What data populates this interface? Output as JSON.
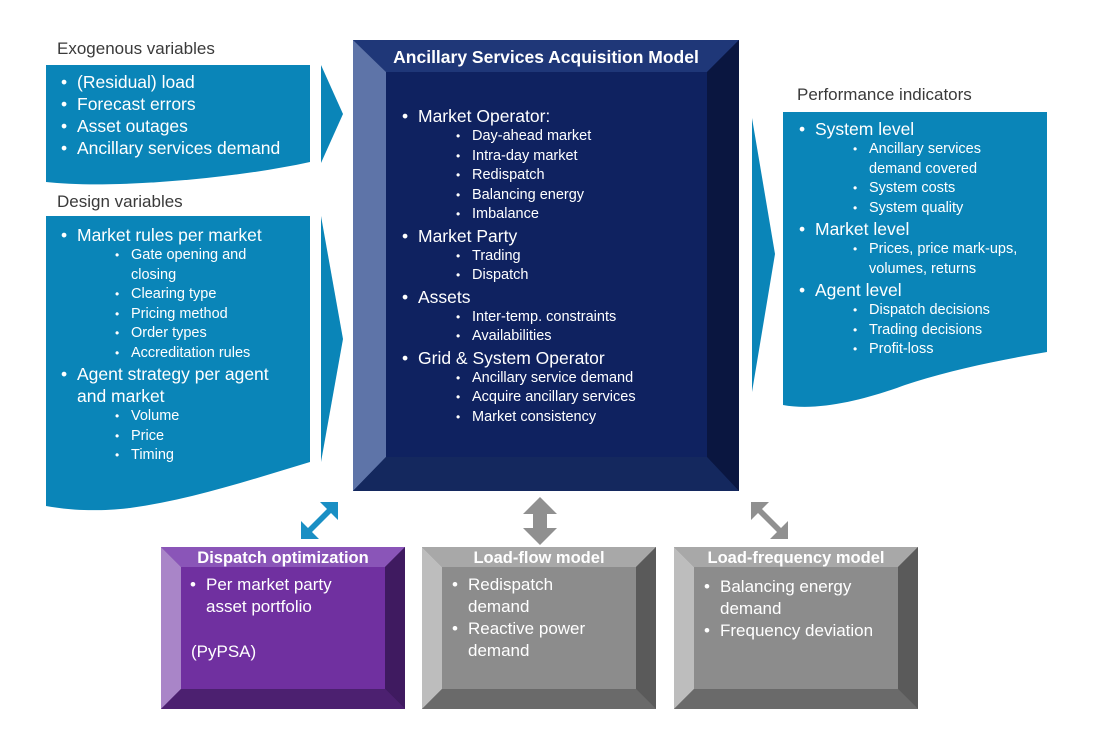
{
  "exogenous": {
    "heading": "Exogenous variables",
    "items": [
      "(Residual) load",
      "Forecast errors",
      "Asset outages",
      "Ancillary services demand"
    ]
  },
  "design": {
    "heading": "Design variables",
    "market_rules": "Market rules per market",
    "market_rules_sub": [
      "Gate opening and closing",
      "Clearing type",
      "Pricing method",
      "Order types",
      "Accreditation rules"
    ],
    "agent_strategy": "Agent strategy per agent and market",
    "agent_strategy_sub": [
      "Volume",
      "Price",
      "Timing"
    ]
  },
  "center": {
    "title": "Ancillary Services Acquisition Model",
    "groups": [
      {
        "label": "Market Operator:",
        "items": [
          "Day-ahead market",
          "Intra-day market",
          "Redispatch",
          "Balancing energy",
          "Imbalance"
        ]
      },
      {
        "label": "Market Party",
        "items": [
          "Trading",
          "Dispatch"
        ]
      },
      {
        "label": "Assets",
        "items": [
          "Inter-temp. constraints",
          "Availabilities"
        ]
      },
      {
        "label": "Grid & System Operator",
        "items": [
          "Ancillary service demand",
          "Acquire ancillary services",
          "Market consistency"
        ]
      }
    ]
  },
  "performance": {
    "heading": "Performance indicators",
    "groups": [
      {
        "label": "System level",
        "items": [
          "Ancillary services demand covered",
          "System costs",
          "System quality"
        ]
      },
      {
        "label": "Market level",
        "items": [
          "Prices, price mark-ups, volumes, returns"
        ]
      },
      {
        "label": "Agent level",
        "items": [
          "Dispatch decisions",
          "Trading decisions",
          "Profit-loss"
        ]
      }
    ]
  },
  "dispatch": {
    "title": "Dispatch optimization",
    "items": [
      "Per market party asset portfolio"
    ],
    "note": "(PyPSA)"
  },
  "loadflow": {
    "title": "Load-flow model",
    "items": [
      "Redispatch demand",
      "Reactive power demand"
    ]
  },
  "loadfreq": {
    "title": "Load-frequency model",
    "items": [
      "Balancing energy demand",
      "Frequency deviation"
    ]
  },
  "colors": {
    "blue": "#0a85b8",
    "navy": "#0f2260",
    "purple": "#7030a0",
    "gray": "#8c8c8c"
  }
}
